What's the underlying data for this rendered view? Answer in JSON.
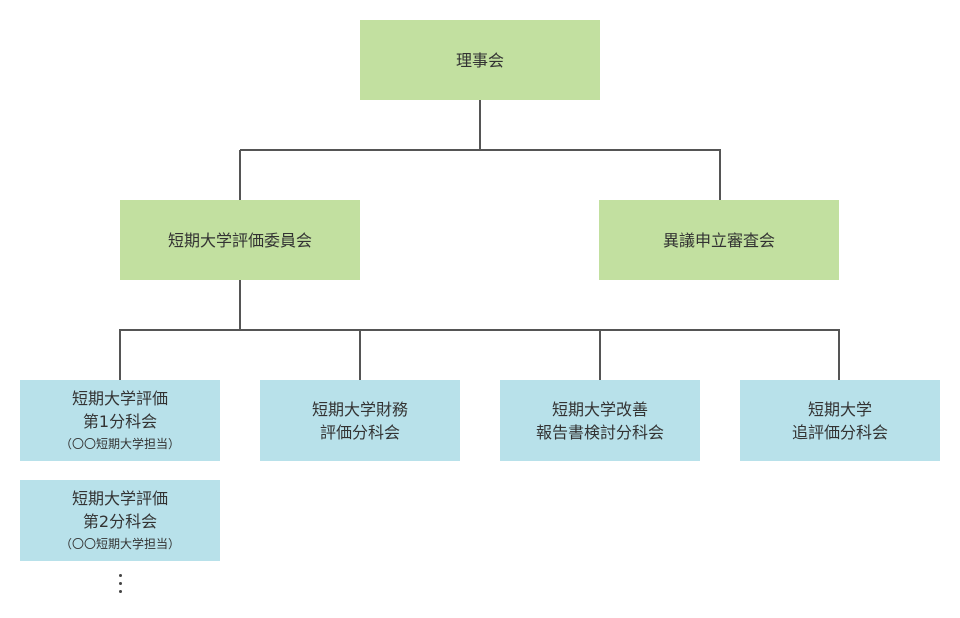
{
  "board": {
    "lines": [
      "理事会"
    ]
  },
  "committee": {
    "lines": [
      "短期大学評価委員会"
    ]
  },
  "appeal": {
    "lines": [
      "異議申立審査会"
    ]
  },
  "sub1": {
    "lines": [
      "短期大学評価",
      "第1分科会"
    ],
    "note": "（〇〇短期大学担当）"
  },
  "sub2": {
    "lines": [
      "短期大学評価",
      "第2分科会"
    ],
    "note": "（〇〇短期大学担当）"
  },
  "finance": {
    "lines": [
      "短期大学財務",
      "評価分科会"
    ]
  },
  "improvement": {
    "lines": [
      "短期大学改善",
      "報告書検討分科会"
    ]
  },
  "reeval": {
    "lines": [
      "短期大学",
      "追評価分科会"
    ]
  },
  "colors": {
    "upper_box": "#c2e0a0",
    "lower_box": "#b8e1ea",
    "connector": "#555555",
    "text": "#333333"
  }
}
